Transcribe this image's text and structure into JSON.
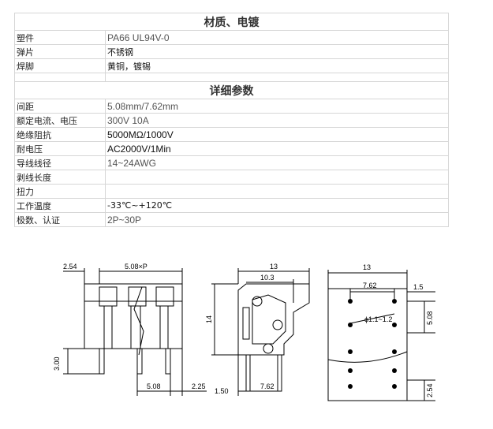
{
  "sections": {
    "material_title": "材质、电镀",
    "params_title": "详细参数"
  },
  "material_rows": [
    {
      "k": "塑件",
      "v": "PA66 UL94V-0"
    },
    {
      "k": "弹片",
      "v": "不锈钢"
    },
    {
      "k": "焊脚",
      "v": "黄铜，镀锡"
    },
    {
      "k": "",
      "v": ""
    }
  ],
  "param_rows": [
    {
      "k": "间距",
      "v": "5.08mm/7.62mm"
    },
    {
      "k": "额定电流、电压",
      "v": "300V  10A"
    },
    {
      "k": "绝缘阻抗",
      "v": "5000MΩ/1000V"
    },
    {
      "k": "耐电压",
      "v": "AC2000V/1Min"
    },
    {
      "k": "导线线径",
      "v": "14~24AWG"
    },
    {
      "k": "剥线长度",
      "v": ""
    },
    {
      "k": "扭力",
      "v": ""
    },
    {
      "k": "工作温度",
      "v": "-33℃~+120℃"
    },
    {
      "k": "极数、认证",
      "v": "2P~30P"
    }
  ],
  "drawing": {
    "front": {
      "d_254": "2.54",
      "d_pitch": "5.08×P",
      "d_300": "3.00",
      "d_508": "5.08",
      "d_225": "2.25"
    },
    "side": {
      "d_13": "13",
      "d_103": "10.3",
      "d_14": "14",
      "d_150": "1.50",
      "d_762": "7.62"
    },
    "pcb": {
      "d_13": "13",
      "d_762": "7.62",
      "d_15": "1.5",
      "d_hole": "ϕ1.1~1.2",
      "d_508": "5.08",
      "d_254": "2.54"
    }
  }
}
